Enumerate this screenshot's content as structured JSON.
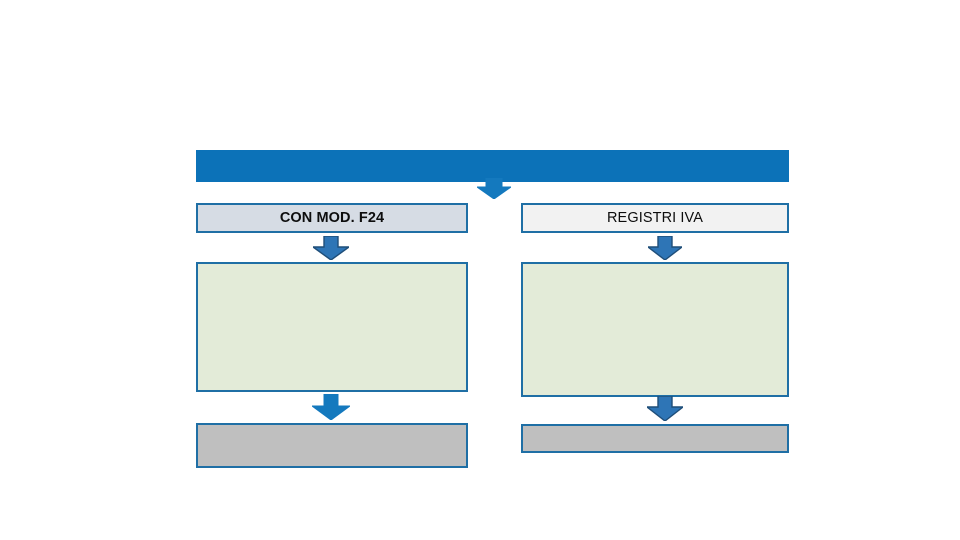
{
  "slide": {
    "background_color": "#ffffff",
    "accent_blue": "#0c72b8",
    "border_blue": "#1f6fa5",
    "green_fill": "#e3ebd8",
    "gray_fill": "#bfbfbf",
    "shaded_fill": "#d6dce4",
    "plain_fill": "#f2f2f2"
  },
  "header": {
    "title": ""
  },
  "columns": [
    {
      "id": "col-f24",
      "label": "CON MOD. F24",
      "body": "",
      "footer": ""
    },
    {
      "id": "col-registri-iva",
      "label": "REGISTRI IVA",
      "body": "",
      "footer": ""
    }
  ],
  "arrows": [
    {
      "id": "arrow-header-down",
      "direction": "down"
    },
    {
      "id": "arrow-label-to-body-left",
      "direction": "down"
    },
    {
      "id": "arrow-label-to-body-right",
      "direction": "down"
    },
    {
      "id": "arrow-body-to-footer-left",
      "direction": "down"
    },
    {
      "id": "arrow-body-to-footer-right",
      "direction": "down"
    }
  ]
}
